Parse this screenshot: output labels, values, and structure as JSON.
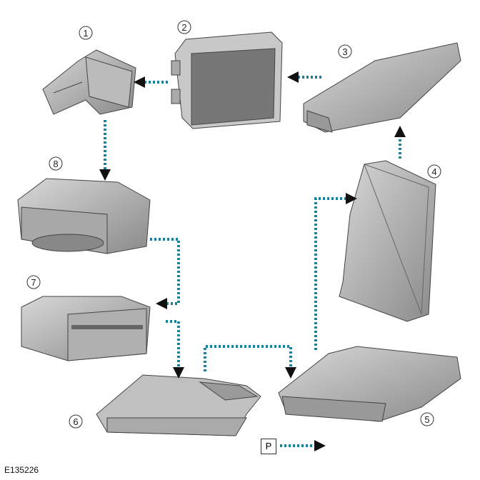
{
  "reference_code": "E135226",
  "legend_box": "P",
  "arrow_color": "#1a7f9a",
  "components": [
    {
      "number": "1"
    },
    {
      "number": "2"
    },
    {
      "number": "3"
    },
    {
      "number": "4"
    },
    {
      "number": "5"
    },
    {
      "number": "6"
    },
    {
      "number": "7"
    },
    {
      "number": "8"
    }
  ]
}
